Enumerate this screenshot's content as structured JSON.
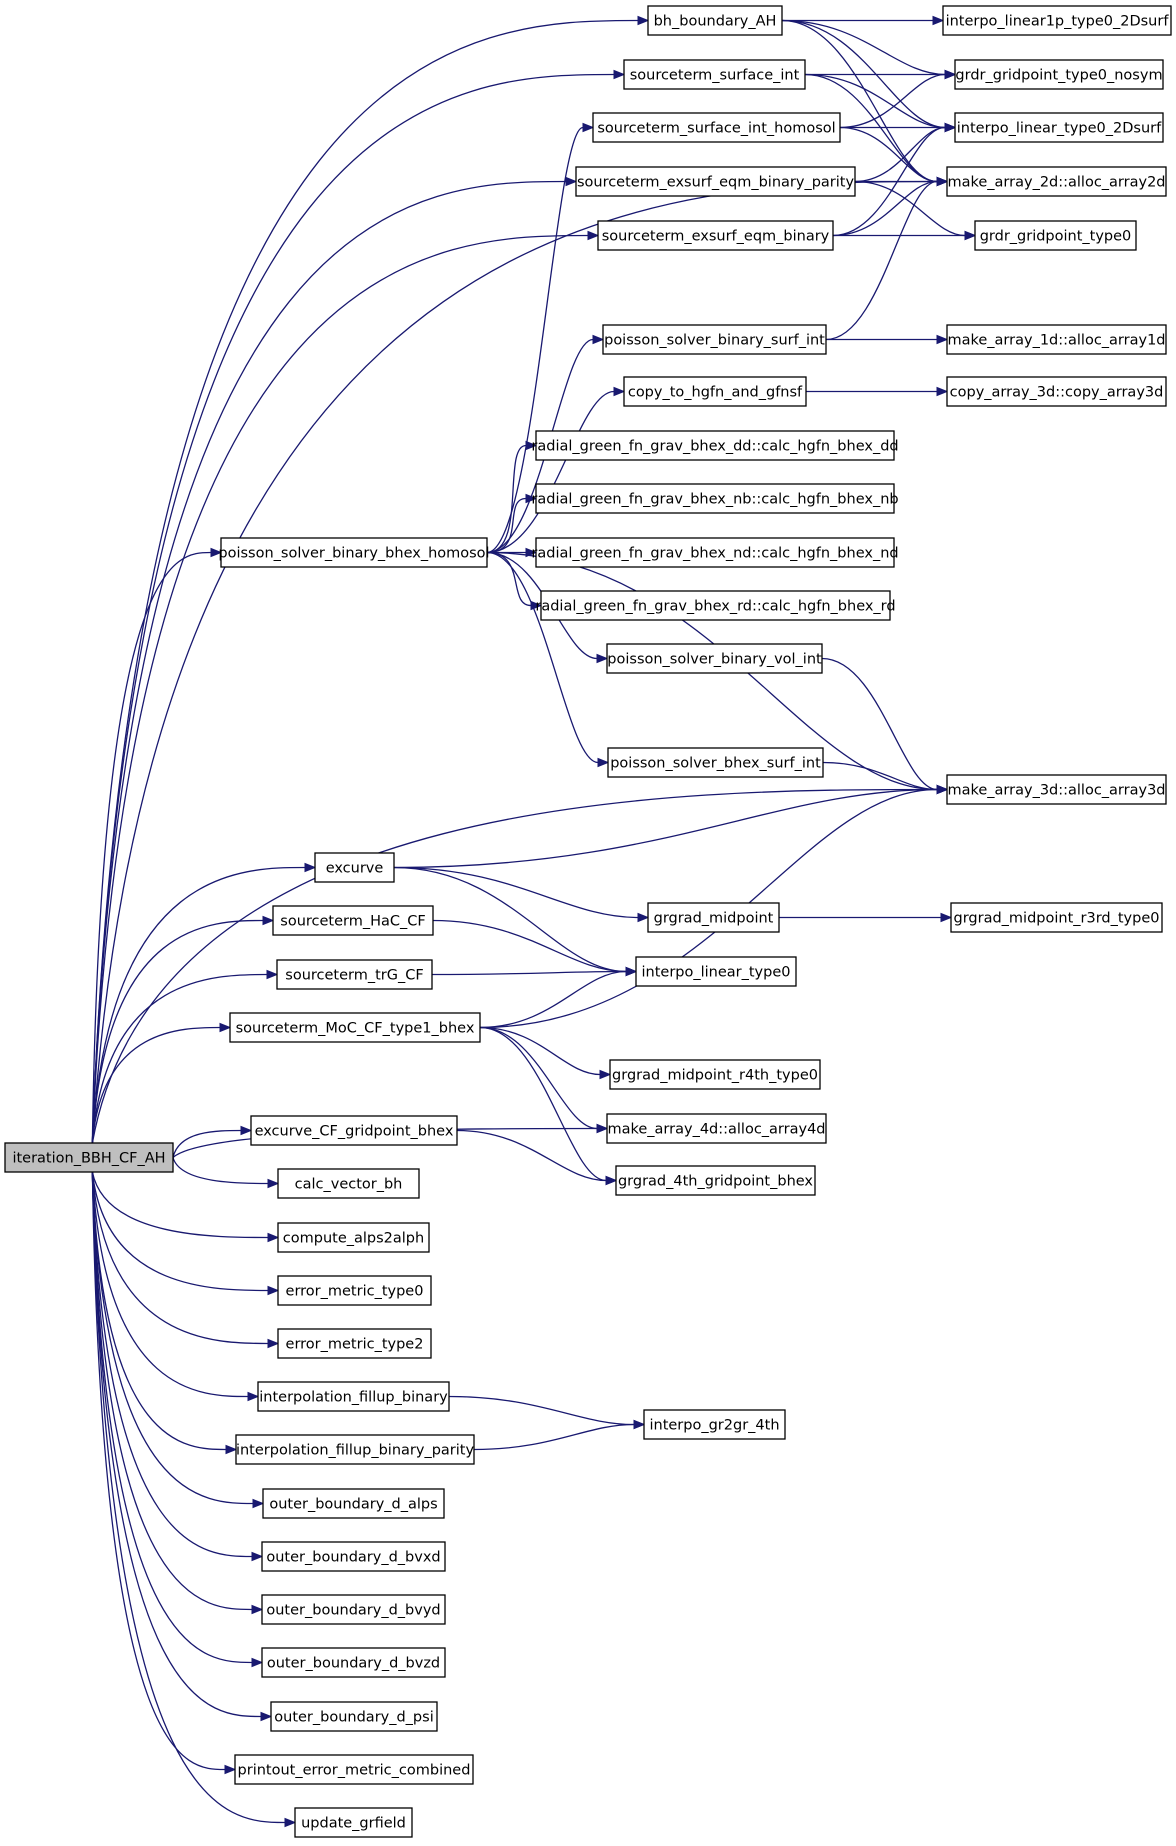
{
  "graph": {
    "root": "iteration_BBH_CF_AH",
    "colors": {
      "edge": "#191970",
      "node_fill": "#ffffff",
      "root_fill": "#bfbfbf",
      "border": "#000000"
    },
    "nodes": [
      {
        "id": "root",
        "label": "iteration_BBH_CF_AH"
      },
      {
        "id": "bh_boundary_AH",
        "label": "bh_boundary_AH"
      },
      {
        "id": "sourceterm_surface_int",
        "label": "sourceterm_surface_int"
      },
      {
        "id": "sourceterm_surface_int_homosol",
        "label": "sourceterm_surface_int_homosol"
      },
      {
        "id": "sourceterm_exsurf_eqm_binary_parity",
        "label": "sourceterm_exsurf_eqm_binary_parity"
      },
      {
        "id": "sourceterm_exsurf_eqm_binary",
        "label": "sourceterm_exsurf_eqm_binary"
      },
      {
        "id": "poisson_solver_binary_surf_int",
        "label": "poisson_solver_binary_surf_int"
      },
      {
        "id": "copy_to_hgfn_and_gfnsf",
        "label": "copy_to_hgfn_and_gfnsf"
      },
      {
        "id": "rgf_dd",
        "label": "radial_green_fn_grav_bhex_dd::calc_hgfn_bhex_dd"
      },
      {
        "id": "rgf_nb",
        "label": "radial_green_fn_grav_bhex_nb::calc_hgfn_bhex_nb"
      },
      {
        "id": "rgf_nd",
        "label": "radial_green_fn_grav_bhex_nd::calc_hgfn_bhex_nd"
      },
      {
        "id": "rgf_rd",
        "label": "radial_green_fn_grav_bhex_rd::calc_hgfn_bhex_rd"
      },
      {
        "id": "poisson_solver_binary_bhex_homosol",
        "label": "poisson_solver_binary_bhex_homosol"
      },
      {
        "id": "poisson_solver_binary_vol_int",
        "label": "poisson_solver_binary_vol_int"
      },
      {
        "id": "poisson_solver_bhex_surf_int",
        "label": "poisson_solver_bhex_surf_int"
      },
      {
        "id": "interpo_linear1p_type0_2Dsurf",
        "label": "interpo_linear1p_type0_2Dsurf"
      },
      {
        "id": "grdr_gridpoint_type0_nosym",
        "label": "grdr_gridpoint_type0_nosym"
      },
      {
        "id": "interpo_linear_type0_2Dsurf",
        "label": "interpo_linear_type0_2Dsurf"
      },
      {
        "id": "alloc_array2d",
        "label": "make_array_2d::alloc_array2d"
      },
      {
        "id": "grdr_gridpoint_type0",
        "label": "grdr_gridpoint_type0"
      },
      {
        "id": "alloc_array1d",
        "label": "make_array_1d::alloc_array1d"
      },
      {
        "id": "copy_array3d",
        "label": "copy_array_3d::copy_array3d"
      },
      {
        "id": "alloc_array3d",
        "label": "make_array_3d::alloc_array3d"
      },
      {
        "id": "excurve",
        "label": "excurve"
      },
      {
        "id": "sourceterm_HaC_CF",
        "label": "sourceterm_HaC_CF"
      },
      {
        "id": "sourceterm_trG_CF",
        "label": "sourceterm_trG_CF"
      },
      {
        "id": "sourceterm_MoC_CF_type1_bhex",
        "label": "sourceterm_MoC_CF_type1_bhex"
      },
      {
        "id": "grgrad_midpoint",
        "label": "grgrad_midpoint"
      },
      {
        "id": "grgrad_midpoint_r3rd_type0",
        "label": "grgrad_midpoint_r3rd_type0"
      },
      {
        "id": "interpo_linear_type0",
        "label": "interpo_linear_type0"
      },
      {
        "id": "grgrad_midpoint_r4th_type0",
        "label": "grgrad_midpoint_r4th_type0"
      },
      {
        "id": "alloc_array4d",
        "label": "make_array_4d::alloc_array4d"
      },
      {
        "id": "excurve_CF_gridpoint_bhex",
        "label": "excurve_CF_gridpoint_bhex"
      },
      {
        "id": "grgrad_4th_gridpoint_bhex",
        "label": "grgrad_4th_gridpoint_bhex"
      },
      {
        "id": "calc_vector_bh",
        "label": "calc_vector_bh"
      },
      {
        "id": "compute_alps2alph",
        "label": "compute_alps2alph"
      },
      {
        "id": "error_metric_type0",
        "label": "error_metric_type0"
      },
      {
        "id": "error_metric_type2",
        "label": "error_metric_type2"
      },
      {
        "id": "interpolation_fillup_binary",
        "label": "interpolation_fillup_binary"
      },
      {
        "id": "interpolation_fillup_binary_parity",
        "label": "interpolation_fillup_binary_parity"
      },
      {
        "id": "interpo_gr2gr_4th",
        "label": "interpo_gr2gr_4th"
      },
      {
        "id": "outer_boundary_d_alps",
        "label": "outer_boundary_d_alps"
      },
      {
        "id": "outer_boundary_d_bvxd",
        "label": "outer_boundary_d_bvxd"
      },
      {
        "id": "outer_boundary_d_bvyd",
        "label": "outer_boundary_d_bvyd"
      },
      {
        "id": "outer_boundary_d_bvzd",
        "label": "outer_boundary_d_bvzd"
      },
      {
        "id": "outer_boundary_d_psi",
        "label": "outer_boundary_d_psi"
      },
      {
        "id": "printout_error_metric_combined",
        "label": "printout_error_metric_combined"
      },
      {
        "id": "update_grfield",
        "label": "update_grfield"
      }
    ],
    "edges": [
      [
        "root",
        "bh_boundary_AH"
      ],
      [
        "root",
        "sourceterm_surface_int"
      ],
      [
        "root",
        "sourceterm_exsurf_eqm_binary_parity"
      ],
      [
        "root",
        "sourceterm_exsurf_eqm_binary"
      ],
      [
        "root",
        "alloc_array2d"
      ],
      [
        "root",
        "poisson_solver_binary_bhex_homosol"
      ],
      [
        "root",
        "alloc_array3d"
      ],
      [
        "root",
        "excurve"
      ],
      [
        "root",
        "sourceterm_HaC_CF"
      ],
      [
        "root",
        "sourceterm_trG_CF"
      ],
      [
        "root",
        "sourceterm_MoC_CF_type1_bhex"
      ],
      [
        "root",
        "alloc_array4d"
      ],
      [
        "root",
        "excurve_CF_gridpoint_bhex"
      ],
      [
        "root",
        "calc_vector_bh"
      ],
      [
        "root",
        "compute_alps2alph"
      ],
      [
        "root",
        "error_metric_type0"
      ],
      [
        "root",
        "error_metric_type2"
      ],
      [
        "root",
        "interpolation_fillup_binary"
      ],
      [
        "root",
        "interpolation_fillup_binary_parity"
      ],
      [
        "root",
        "outer_boundary_d_alps"
      ],
      [
        "root",
        "outer_boundary_d_bvxd"
      ],
      [
        "root",
        "outer_boundary_d_bvyd"
      ],
      [
        "root",
        "outer_boundary_d_bvzd"
      ],
      [
        "root",
        "outer_boundary_d_psi"
      ],
      [
        "root",
        "printout_error_metric_combined"
      ],
      [
        "root",
        "update_grfield"
      ],
      [
        "bh_boundary_AH",
        "interpo_linear1p_type0_2Dsurf"
      ],
      [
        "bh_boundary_AH",
        "grdr_gridpoint_type0_nosym"
      ],
      [
        "bh_boundary_AH",
        "interpo_linear_type0_2Dsurf"
      ],
      [
        "bh_boundary_AH",
        "alloc_array2d"
      ],
      [
        "sourceterm_surface_int",
        "grdr_gridpoint_type0_nosym"
      ],
      [
        "sourceterm_surface_int",
        "interpo_linear_type0_2Dsurf"
      ],
      [
        "sourceterm_surface_int",
        "alloc_array2d"
      ],
      [
        "sourceterm_surface_int_homosol",
        "grdr_gridpoint_type0_nosym"
      ],
      [
        "sourceterm_surface_int_homosol",
        "interpo_linear_type0_2Dsurf"
      ],
      [
        "sourceterm_surface_int_homosol",
        "alloc_array2d"
      ],
      [
        "sourceterm_exsurf_eqm_binary_parity",
        "interpo_linear_type0_2Dsurf"
      ],
      [
        "sourceterm_exsurf_eqm_binary_parity",
        "alloc_array2d"
      ],
      [
        "sourceterm_exsurf_eqm_binary_parity",
        "grdr_gridpoint_type0"
      ],
      [
        "sourceterm_exsurf_eqm_binary",
        "interpo_linear_type0_2Dsurf"
      ],
      [
        "sourceterm_exsurf_eqm_binary",
        "alloc_array2d"
      ],
      [
        "sourceterm_exsurf_eqm_binary",
        "grdr_gridpoint_type0"
      ],
      [
        "poisson_solver_binary_surf_int",
        "alloc_array2d"
      ],
      [
        "poisson_solver_binary_surf_int",
        "alloc_array1d"
      ],
      [
        "copy_to_hgfn_and_gfnsf",
        "copy_array3d"
      ],
      [
        "poisson_solver_binary_bhex_homosol",
        "sourceterm_surface_int_homosol"
      ],
      [
        "poisson_solver_binary_bhex_homosol",
        "poisson_solver_binary_surf_int"
      ],
      [
        "poisson_solver_binary_bhex_homosol",
        "copy_to_hgfn_and_gfnsf"
      ],
      [
        "poisson_solver_binary_bhex_homosol",
        "rgf_dd"
      ],
      [
        "poisson_solver_binary_bhex_homosol",
        "rgf_nb"
      ],
      [
        "poisson_solver_binary_bhex_homosol",
        "rgf_nd"
      ],
      [
        "poisson_solver_binary_bhex_homosol",
        "rgf_rd"
      ],
      [
        "poisson_solver_binary_bhex_homosol",
        "poisson_solver_binary_vol_int"
      ],
      [
        "poisson_solver_binary_bhex_homosol",
        "poisson_solver_bhex_surf_int"
      ],
      [
        "poisson_solver_binary_bhex_homosol",
        "alloc_array3d"
      ],
      [
        "poisson_solver_binary_vol_int",
        "alloc_array3d"
      ],
      [
        "poisson_solver_bhex_surf_int",
        "alloc_array3d"
      ],
      [
        "excurve",
        "alloc_array3d"
      ],
      [
        "excurve",
        "grgrad_midpoint"
      ],
      [
        "excurve",
        "interpo_linear_type0"
      ],
      [
        "grgrad_midpoint",
        "grgrad_midpoint_r3rd_type0"
      ],
      [
        "sourceterm_HaC_CF",
        "interpo_linear_type0"
      ],
      [
        "sourceterm_trG_CF",
        "interpo_linear_type0"
      ],
      [
        "sourceterm_MoC_CF_type1_bhex",
        "interpo_linear_type0"
      ],
      [
        "sourceterm_MoC_CF_type1_bhex",
        "alloc_array3d"
      ],
      [
        "sourceterm_MoC_CF_type1_bhex",
        "grgrad_midpoint_r4th_type0"
      ],
      [
        "sourceterm_MoC_CF_type1_bhex",
        "alloc_array4d"
      ],
      [
        "sourceterm_MoC_CF_type1_bhex",
        "grgrad_4th_gridpoint_bhex"
      ],
      [
        "excurve_CF_gridpoint_bhex",
        "grgrad_4th_gridpoint_bhex"
      ],
      [
        "interpolation_fillup_binary",
        "interpo_gr2gr_4th"
      ],
      [
        "interpolation_fillup_binary_parity",
        "interpo_gr2gr_4th"
      ]
    ]
  }
}
